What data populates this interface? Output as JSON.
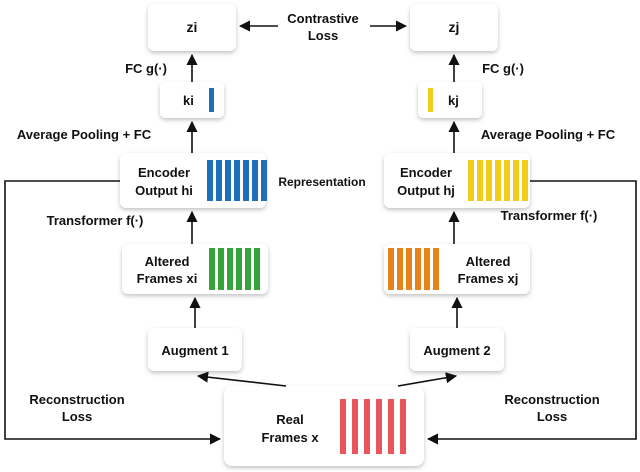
{
  "colors": {
    "box_fill": "#ffffff",
    "box_shadow": "#b5b5b5",
    "arrow": "#111111",
    "blue": "#1f6fbf",
    "yellow": "#f2cc1a",
    "green": "#35a339",
    "orange": "#e6841b",
    "red": "#e8555c"
  },
  "nodes": {
    "zi": "zi",
    "zj": "zj",
    "ki": "ki",
    "kj": "kj",
    "enc_i": [
      "Encoder",
      "Output hi"
    ],
    "enc_j": [
      "Encoder",
      "Output hj"
    ],
    "alt_i": [
      "Altered",
      "Frames xi"
    ],
    "alt_j": [
      "Altered",
      "Frames xj"
    ],
    "aug1": "Augment 1",
    "aug2": "Augment 2",
    "real": [
      "Real",
      "Frames x"
    ]
  },
  "labels": {
    "contrastive": [
      "Contrastive",
      "Loss"
    ],
    "fc_left": "FC g(·)",
    "fc_right": "FC g(·)",
    "pool_left": "Average Pooling + FC",
    "pool_right": "Average Pooling + FC",
    "representation": "Representation",
    "transformer_left": "Transformer f(·)",
    "transformer_right": "Transformer f(·)",
    "recon_left": [
      "Reconstruction",
      "Loss"
    ],
    "recon_right": [
      "Reconstruction",
      "Loss"
    ]
  },
  "stripes": {
    "encoder_i": {
      "count": 7,
      "color": "blue"
    },
    "encoder_j": {
      "count": 7,
      "color": "yellow"
    },
    "altered_i": {
      "count": 6,
      "color": "green"
    },
    "altered_j": {
      "count": 6,
      "color": "orange"
    },
    "real": {
      "count": 6,
      "color": "red"
    },
    "k_i": {
      "count": 1,
      "color": "blue"
    },
    "k_j": {
      "count": 1,
      "color": "yellow"
    }
  }
}
